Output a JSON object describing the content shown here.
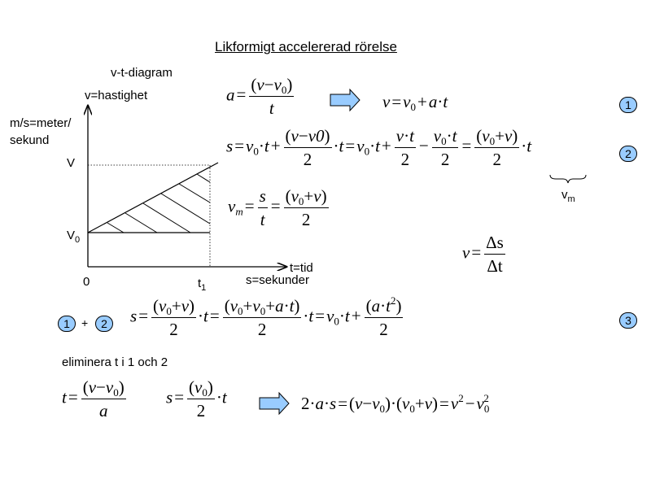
{
  "title": "Likformigt accelererad rörelse",
  "diagram": {
    "heading": "v-t-diagram",
    "y_axis_label": "v=hastighet",
    "unit_line1": "m/s=meter/",
    "unit_line2": "sekund",
    "label_V": "V",
    "label_V0": "V",
    "label_V0_sub": "0",
    "origin": "0",
    "t1": "t",
    "t1_sub": "1",
    "x_axis_label": "t=tid",
    "x_unit": "s=sekunder"
  },
  "formulas": {
    "vm_brace_label": "v",
    "vm_brace_sub": "m",
    "eliminate_text": "eliminera t i 1 och 2",
    "plus": "+"
  },
  "badges": {
    "one": "1",
    "two": "2",
    "three": "3"
  },
  "colors": {
    "badge_fill": "#99ccff",
    "arrow_fill": "#99ccff"
  }
}
